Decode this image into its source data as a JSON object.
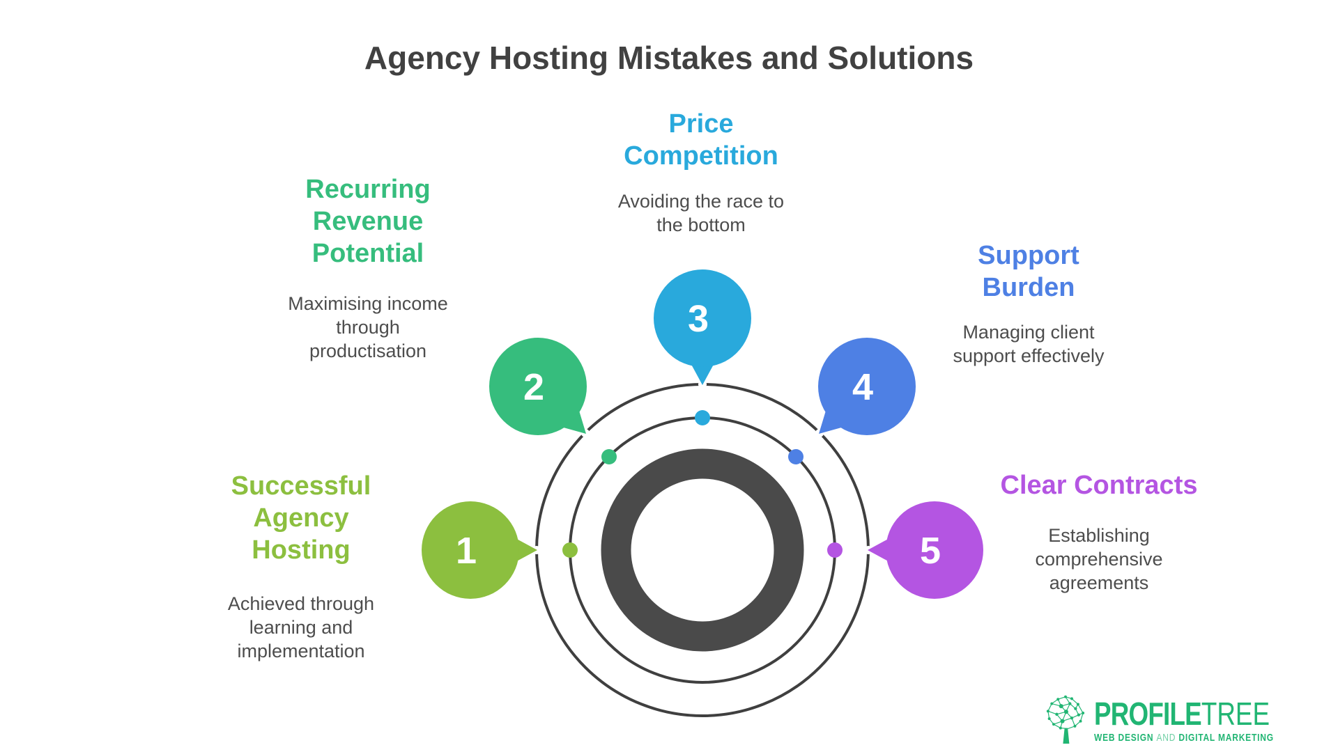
{
  "title": "Agency Hosting Mistakes and Solutions",
  "colors": {
    "title_text": "#414141",
    "body_text": "#4d4d4d",
    "thin_circles": "#3f3f3f",
    "core_ring": "#4a4a4a"
  },
  "items": [
    {
      "number": "1",
      "color": "#8cbf3f",
      "heading": "Successful Agency Hosting",
      "heading_lines": [
        "Successful",
        "Agency",
        "Hosting"
      ],
      "body": "Achieved through learning and implementation",
      "body_lines": [
        "Achieved through",
        "learning and",
        "implementation"
      ]
    },
    {
      "number": "2",
      "color": "#36bd7d",
      "heading": "Recurring Revenue Potential",
      "heading_lines": [
        "Recurring",
        "Revenue",
        "Potential"
      ],
      "body": "Maximising income through productisation",
      "body_lines": [
        "Maximising income",
        "through",
        "productisation"
      ]
    },
    {
      "number": "3",
      "color": "#29a9dc",
      "heading": "Price Competition",
      "heading_lines": [
        "Price",
        "Competition"
      ],
      "body": "Avoiding the race to the bottom",
      "body_lines": [
        "Avoiding the race to",
        "the bottom"
      ]
    },
    {
      "number": "4",
      "color": "#4e80e4",
      "heading": "Support Burden",
      "heading_lines": [
        "Support",
        "Burden"
      ],
      "body": "Managing client support effectively",
      "body_lines": [
        "Managing client",
        "support effectively"
      ]
    },
    {
      "number": "5",
      "color": "#b455e2",
      "heading": "Clear Contracts",
      "heading_lines": [
        "Clear Contracts"
      ],
      "body": "Establishing comprehensive agreements",
      "body_lines": [
        "Establishing",
        "comprehensive",
        "agreements"
      ]
    }
  ],
  "logo": {
    "word_primary": "PROFILE",
    "word_secondary": "TREE",
    "tagline_bold1": "WEB DESIGN",
    "tagline_light": "AND",
    "tagline_bold2": "DIGITAL MARKETING",
    "green": "#21b573"
  }
}
